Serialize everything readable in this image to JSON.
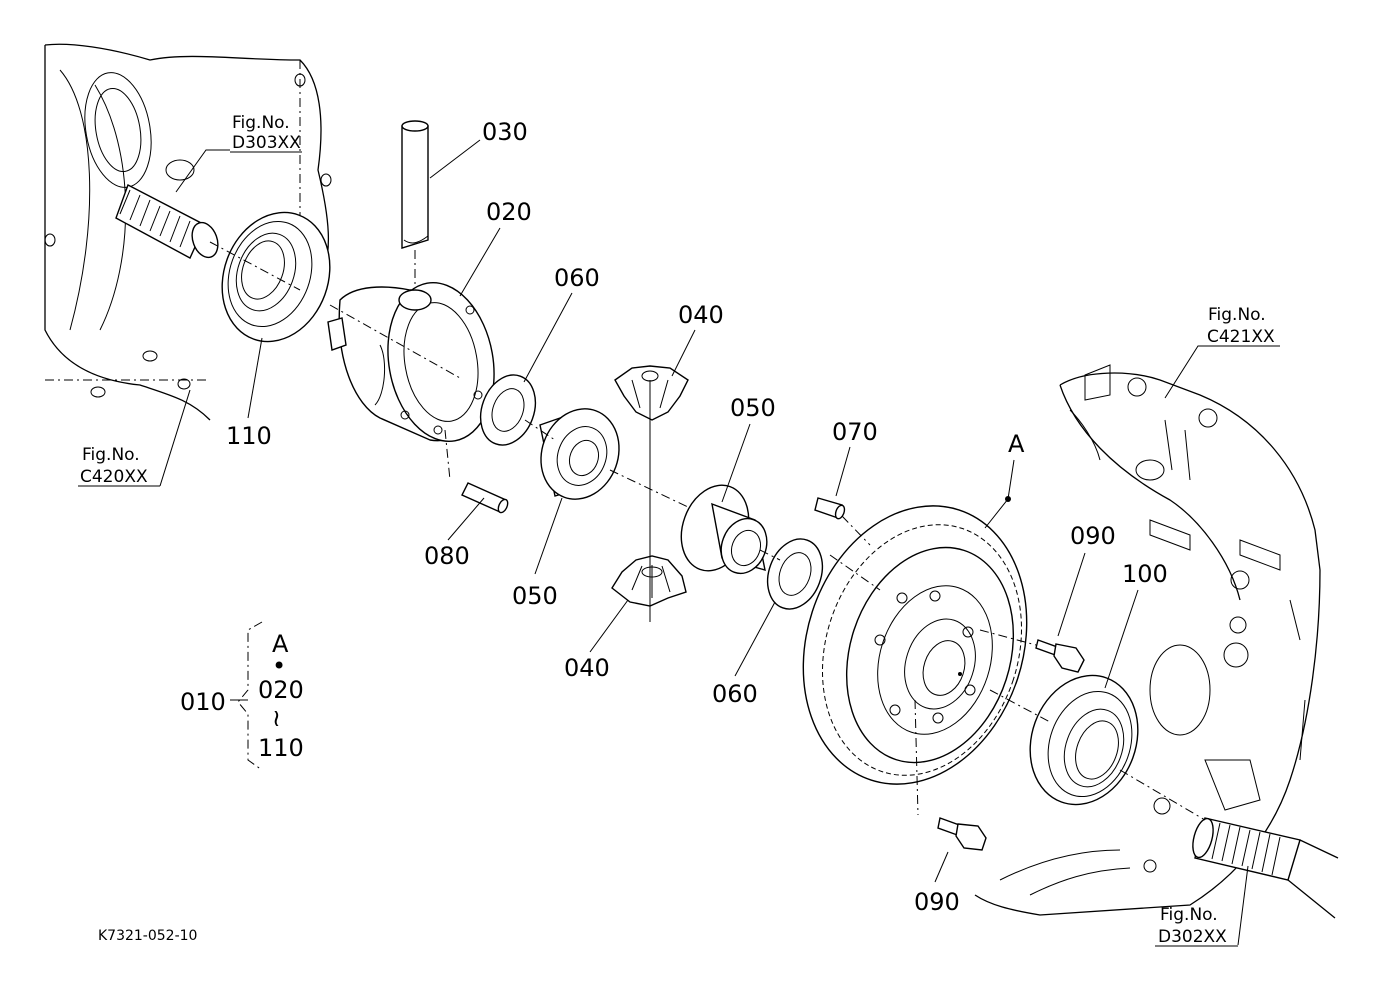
{
  "parts": {
    "p030": "030",
    "p020": "020",
    "p060_top": "060",
    "p040_top": "040",
    "p050_right": "050",
    "p070": "070",
    "p110": "110",
    "p080": "080",
    "p050_left": "050",
    "p040_bottom": "040",
    "p060_bottom": "060",
    "p090_top": "090",
    "p100": "100",
    "p090_bottom": "090",
    "label_a": "A"
  },
  "fig_refs": {
    "d303": {
      "label": "Fig.No.",
      "code": "D303XX"
    },
    "c420": {
      "label": "Fig.No.",
      "code": "C420XX"
    },
    "c421": {
      "label": "Fig.No.",
      "code": "C421XX"
    },
    "d302": {
      "label": "Fig.No.",
      "code": "D302XX"
    }
  },
  "assembly": {
    "number": "010",
    "top": "A",
    "dot": "•",
    "from": "020",
    "tilde": "≀",
    "to": "110"
  },
  "drawing_code": "K7321-052-10"
}
